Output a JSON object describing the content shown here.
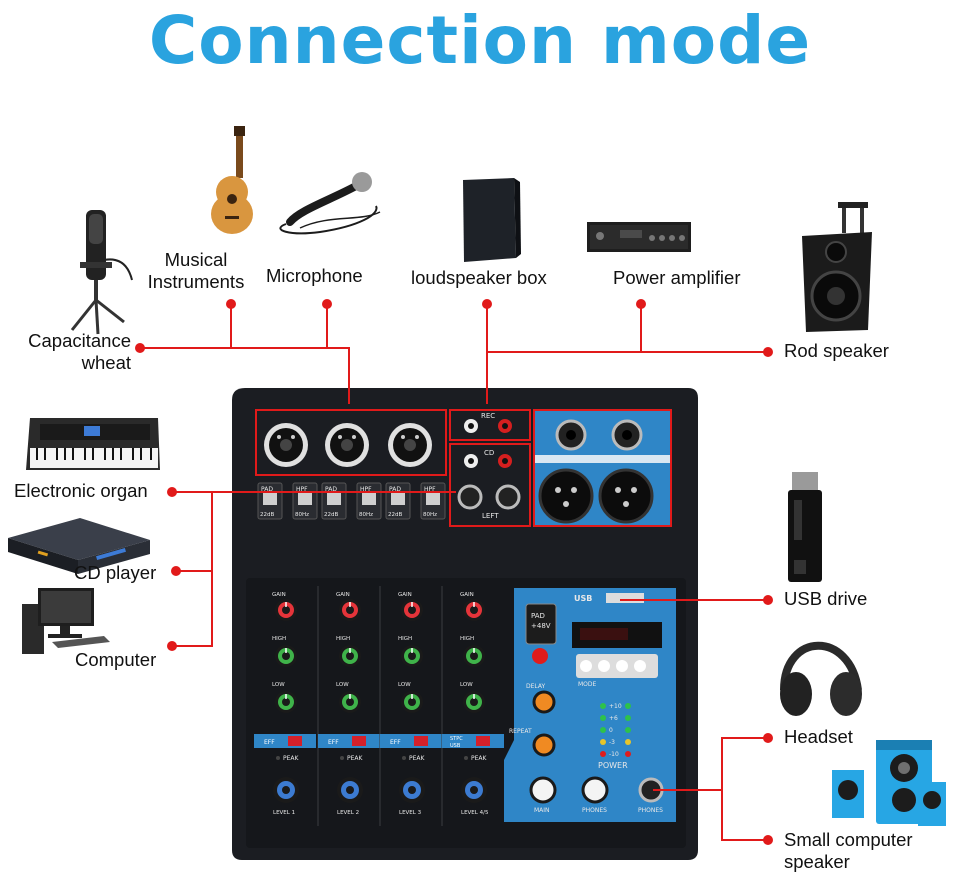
{
  "title": "Connection mode",
  "labels": {
    "capacitance": "Capacitance\nwheat",
    "capacitance_line1": "Capacitance",
    "capacitance_line2": "wheat",
    "musical_line1": "Musical",
    "musical_line2": "Instruments",
    "microphone": "Microphone",
    "loudspeaker": "loudspeaker box",
    "power_amp": "Power amplifier",
    "rod_speaker": "Rod speaker",
    "electronic_organ": "Electronic organ",
    "cd_player": "CD player",
    "computer": "Computer",
    "usb_drive": "USB drive",
    "headset": "Headset",
    "small_speaker_line1": "Small computer",
    "small_speaker_line2": "speaker"
  },
  "mixer": {
    "rec": "REC",
    "cd": "CD",
    "left": "LEFT",
    "pad_btn": "PAD",
    "hpf_btn": "HPF",
    "db": "22dB",
    "hz": "80Hz",
    "usb": "USB",
    "pad48": "PAD\n+48V",
    "delay": "DELAY",
    "repeat": "REPEAT",
    "power": "POWER",
    "main": "MAIN",
    "phones": "PHONES",
    "mode": "MODE",
    "gain": "GAIN",
    "high": "HIGH",
    "low": "LOW",
    "eff": "EFF",
    "peak": "PEAK",
    "level1": "LEVEL 1",
    "level2": "LEVEL 2",
    "level3": "LEVEL 3",
    "level45": "LEVEL 4/5",
    "stpc_usb": "STPC\nUSB",
    "meter": [
      "+10",
      "+6",
      "0",
      "-3",
      "-10"
    ]
  },
  "colors": {
    "title": "#2aa3df",
    "wire": "#e11a1a",
    "panel": "#1b1d22",
    "blue_panel": "#2f86c7"
  }
}
